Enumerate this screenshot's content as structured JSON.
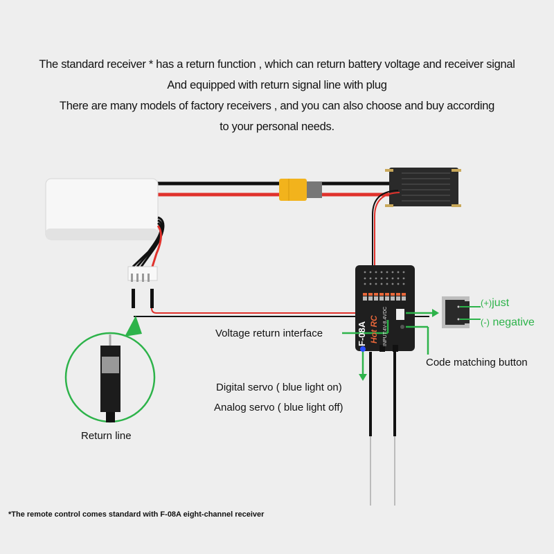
{
  "intro": [
    "The standard receiver * has a return function , which can return battery voltage and receiver signal",
    "And equipped with return signal line with plug",
    "There are many models of factory receivers , and you can also choose and buy according",
    "to your personal needs."
  ],
  "receiver": {
    "model": "F-08A",
    "brand": "Hot RC",
    "input_label": "INPUT:4V-8.4VDC"
  },
  "labels": {
    "voltage_return": "Voltage return interface",
    "code_matching": "Code matching button",
    "digital_servo": "Digital servo ( blue light on)",
    "analog_servo": "Analog servo ( blue light off)",
    "return_line": "Return line",
    "plus_sign": "(+)",
    "plus_word": "just",
    "minus_sign": "(-)",
    "minus_word": "negative"
  },
  "footnote": "*The remote control comes standard with F-08A eight-channel receiver",
  "colors": {
    "accent_green": "#2db34a",
    "wire_red": "#e0322c",
    "connector_yellow": "#f2b31c",
    "led_blue": "#2a4fff"
  }
}
